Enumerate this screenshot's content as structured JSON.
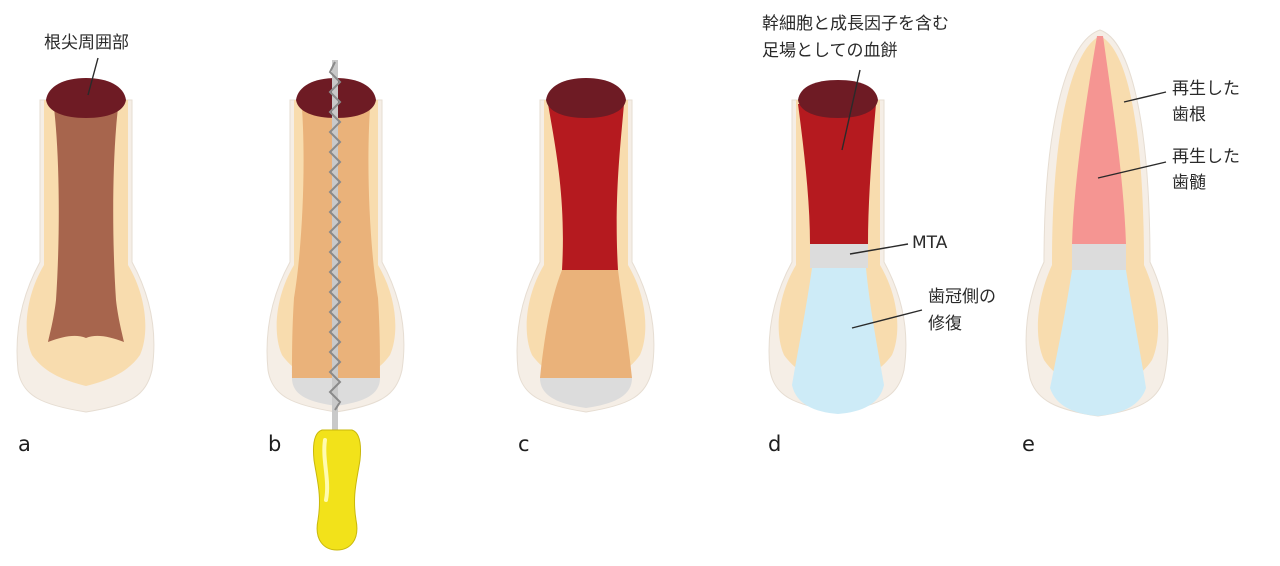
{
  "labels": {
    "periapical": "根尖周囲部",
    "blood_clot_line1": "幹細胞と成長因子を含む",
    "blood_clot_line2": "足場としての血餅",
    "mta": "MTA",
    "coronal_line1": "歯冠側の",
    "coronal_line2": "修復",
    "regen_root_line1": "再生した",
    "regen_root_line2": "歯根",
    "regen_pulp_line1": "再生した",
    "regen_pulp_line2": "歯髄"
  },
  "panels": [
    {
      "letter": "a"
    },
    {
      "letter": "b"
    },
    {
      "letter": "c"
    },
    {
      "letter": "d"
    },
    {
      "letter": "e"
    }
  ],
  "colors": {
    "outer_tooth": "#f5eee6",
    "dentin": "#f8dcae",
    "apex": "#6e1b24",
    "necrotic_pulp": "#a7654d",
    "blood_clot": "#b51a1f",
    "pulp_b": "#eab27a",
    "mta": "#dcdcdc",
    "coronal_restoration": "#cdebf7",
    "regen_pulp": "#f59592",
    "file_handle": "#f2e21a"
  }
}
